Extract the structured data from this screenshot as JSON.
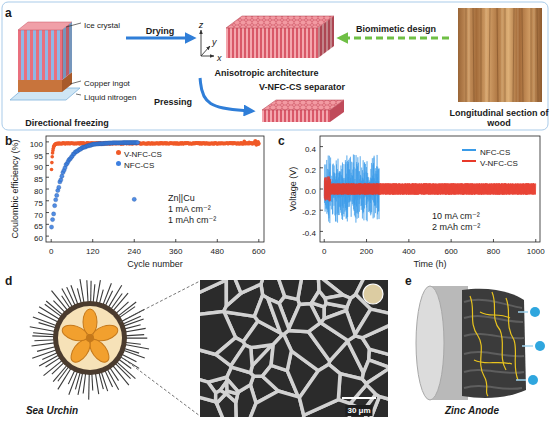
{
  "diagram": {
    "nodes": [
      {
        "text": [
          "Directional freezing"
        ]
      },
      {
        "text": [
          "Anisotropic architecture"
        ]
      },
      {
        "text": [
          "V-NFC-CS separator"
        ]
      },
      {
        "text": [
          "Longitudinal section of wood"
        ]
      }
    ],
    "edges": [
      {
        "from": 0,
        "to": 1,
        "label": "Drying",
        "arrow": "to"
      },
      {
        "from": 1,
        "to": 2,
        "label": "Pressing",
        "arrow": "to"
      },
      {
        "from": 3,
        "to": 1,
        "label": "Biomimetic design",
        "arrow": "to"
      }
    ],
    "labels": [
      "a",
      "Ice crystal",
      "Copper ingot",
      "Liquid nitrogen",
      "z",
      "y",
      "x",
      "b",
      "Coulombic efficiency (%)",
      "100",
      "95",
      "90",
      "85",
      "80",
      "75",
      "70",
      "65",
      "60",
      "0",
      "120",
      "240",
      "360",
      "480",
      "600",
      "Cycle number",
      "Zn||Cu",
      "1 mA cm⁻²",
      "1 mAh cm⁻²",
      "c",
      "Voltage (V)",
      "0.4",
      "0.2",
      "0.0",
      "-0.2",
      "-0.4",
      "0",
      "200",
      "400",
      "600",
      "800",
      "1000",
      "Time (h)",
      "10 mA cm⁻²",
      "2 mAh cm⁻²",
      "d",
      "Sea Urchin",
      "30 μm",
      "e",
      "Zinc Anode"
    ],
    "legend": [
      {
        "text": "V-NFC-CS",
        "color": "#f05a28"
      },
      {
        "text": "NFC-CS",
        "color": "#3d7fe0"
      },
      {
        "text": "NFC-CS",
        "color": "#3a9be8"
      },
      {
        "text": "V-NFC-CS",
        "color": "#e8392a"
      }
    ]
  }
}
